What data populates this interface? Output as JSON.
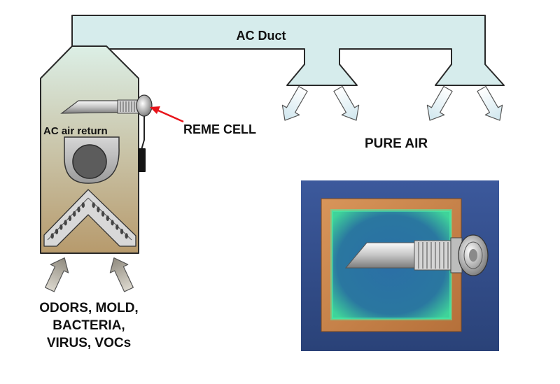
{
  "labels": {
    "duct": "AC Duct",
    "reme_cell": "REME CELL",
    "air_return": "AC air return",
    "pure_air": "PURE AIR",
    "pollutants": [
      "ODORS, MOLD,",
      "BACTERIA,",
      "VIRUS, VOCs"
    ]
  },
  "colors": {
    "duct_fill": "#d6ecec",
    "outline": "#2a2a2a",
    "cabinet_top": "#dcefe6",
    "cabinet_bottom": "#b79a6c",
    "pointer_arrow": "#e8141b",
    "pure_air_arrow": "#cfe6ee",
    "intake_arrow": "#b7b2a5",
    "inset_background": "#3a5899",
    "inset_frame": "#c8874a",
    "inset_glow": "#44e0a0"
  }
}
